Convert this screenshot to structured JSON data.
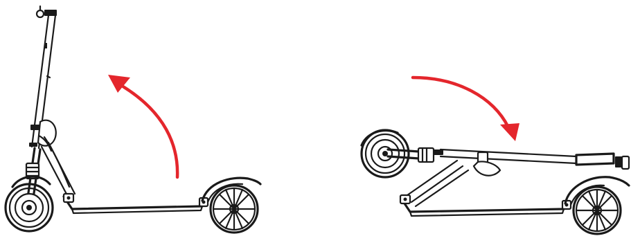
{
  "diagram": {
    "scenes": [
      {
        "name": "unfolded-scooter",
        "arrow_direction": "counterclockwise"
      },
      {
        "name": "folded-scooter",
        "arrow_direction": "clockwise"
      }
    ],
    "colors": {
      "ink": "#1a1a1a",
      "accent": "#e4262c",
      "background": "#ffffff"
    }
  }
}
